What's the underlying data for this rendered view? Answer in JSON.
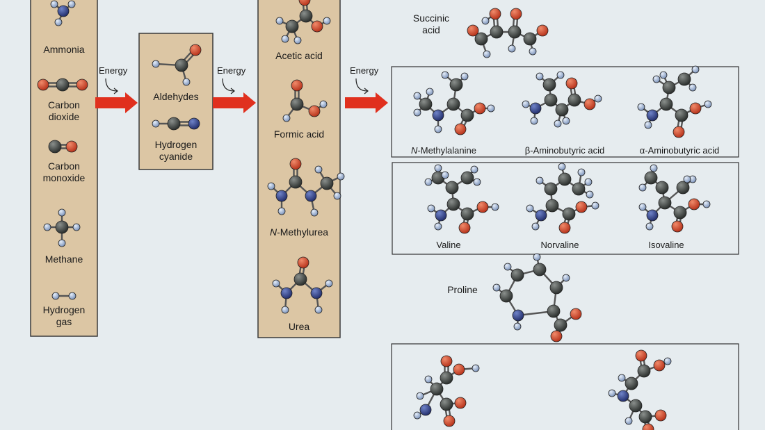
{
  "energy_label": "Energy",
  "col1": {
    "ammonia": "Ammonia",
    "carbon_dioxide": "Carbon\ndioxide",
    "carbon_monoxide": "Carbon\nmonoxide",
    "methane": "Methane",
    "hydrogen_gas": "Hydrogen\ngas"
  },
  "col2": {
    "aldehydes": "Aldehydes",
    "hydrogen_cyanide": "Hydrogen\ncyanide"
  },
  "col3": {
    "acetic_acid": "Acetic acid",
    "formic_acid": "Formic acid",
    "methylurea_prefix": "N",
    "methylurea_rest": "-Methylurea",
    "urea": "Urea"
  },
  "right": {
    "succinic_acid": "Succinic\nacid",
    "n_methylalanine_prefix": "N",
    "n_methylalanine_rest": "-Methylalanine",
    "beta_aminobutyric": "β-Aminobutyric acid",
    "alpha_aminobutyric": "α-Aminobutyric acid",
    "valine": "Valine",
    "norvaline": "Norvaline",
    "isovaline": "Isovaline",
    "proline": "Proline"
  },
  "colors": {
    "background": "#e6ecef",
    "panel_fill": "#dcc6a4",
    "panel_border": "#3a3a3a",
    "carbon": "#3a3f3c",
    "oxygen": "#d2462a",
    "nitrogen": "#2f3f8a",
    "hydrogen": "#9eb4d6",
    "arrow": "#e0301e"
  }
}
